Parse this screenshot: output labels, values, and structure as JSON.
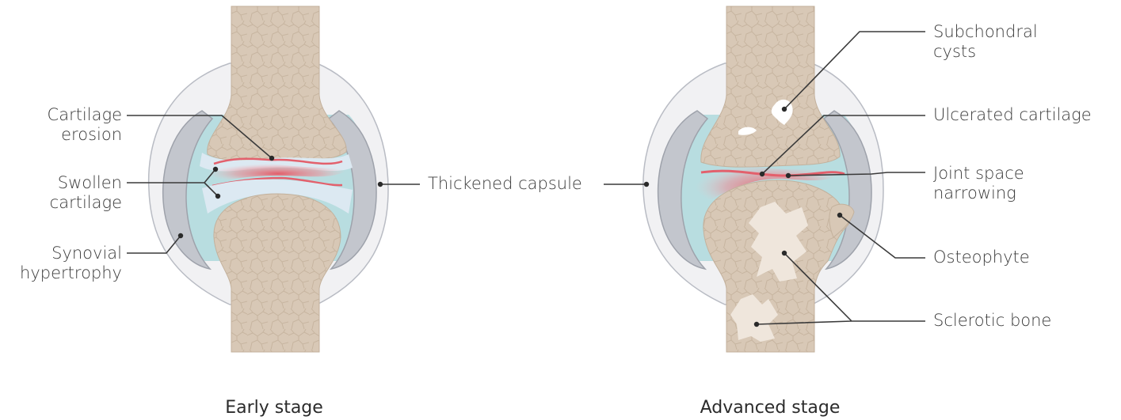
{
  "early": {
    "caption": "Early stage",
    "labels": {
      "cartilage_erosion_1": "Cartilage",
      "cartilage_erosion_2": "erosion",
      "swollen_cartilage_1": "Swollen",
      "swollen_cartilage_2": "cartilage",
      "synovial_1": "Synovial",
      "synovial_2": "hypertrophy"
    }
  },
  "shared": {
    "thickened_capsule": "Thickened capsule"
  },
  "advanced": {
    "caption": "Advanced stage",
    "labels": {
      "subchondral_1": "Subchondral",
      "subchondral_2": "cysts",
      "ulcerated": "Ulcerated cartilage",
      "narrowing_1": "Joint space",
      "narrowing_2": "narrowing",
      "osteophyte": "Osteophyte",
      "sclerotic": "Sclerotic bone"
    }
  },
  "colors": {
    "bone": "#d8c8b6",
    "bone_texture": "#c9b7a2",
    "capsule": "#f1f1f3",
    "capsule_edge": "#b9bcc4",
    "synovium": "#bcc0c8",
    "synovial_fluid": "#b8dde0",
    "cartilage": "#dce9f2",
    "inflammation": "#e8727c",
    "line": "#3a3a3a"
  }
}
